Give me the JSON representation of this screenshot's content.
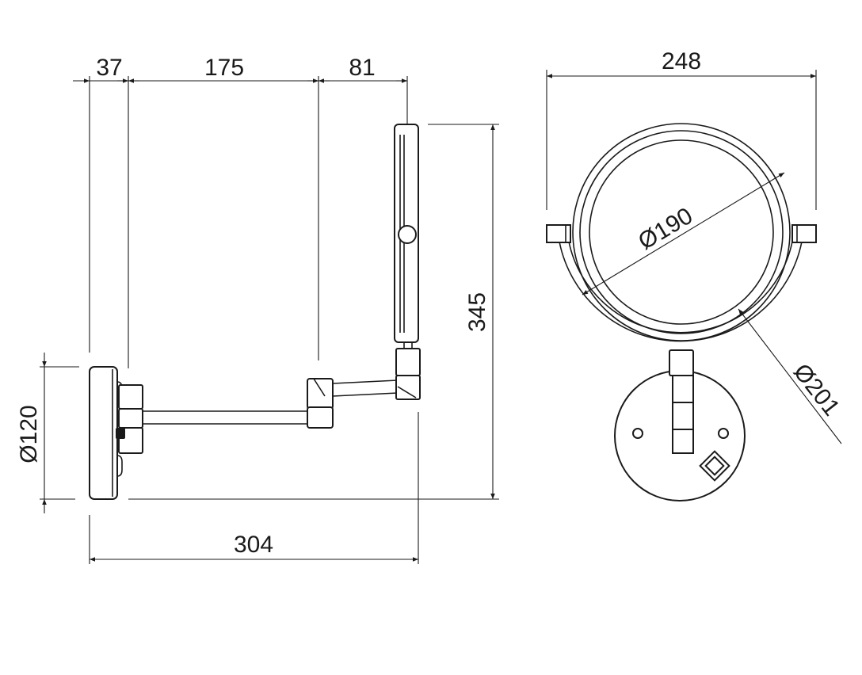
{
  "diagram": {
    "side_view": {
      "dims": {
        "segment_a": "37",
        "segment_b": "175",
        "segment_c": "81",
        "overall_height": "345",
        "plate_diameter": "Ø120",
        "overall_depth": "304"
      }
    },
    "front_view": {
      "dims": {
        "overall_width": "248",
        "mirror_diameter": "Ø190",
        "frame_diameter": "Ø201"
      }
    }
  }
}
